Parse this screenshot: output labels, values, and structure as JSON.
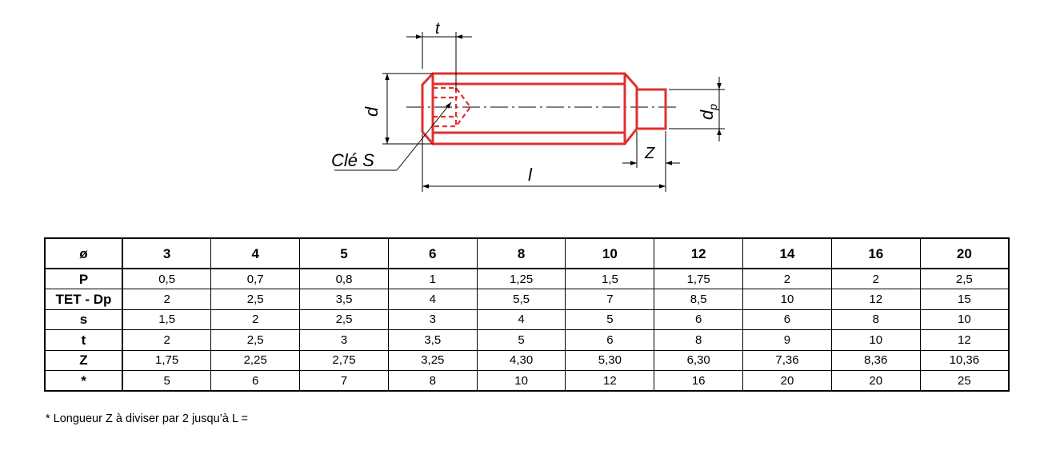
{
  "drawing": {
    "label_t": "t",
    "label_d": "d",
    "label_dp_main": "d",
    "label_dp_sub": "p",
    "label_z": "Z",
    "label_l": "l",
    "label_key": "Clé S",
    "part_color": "#e03030"
  },
  "table": {
    "header": [
      "ø",
      "3",
      "4",
      "5",
      "6",
      "8",
      "10",
      "12",
      "14",
      "16",
      "20"
    ],
    "rows": [
      [
        "P",
        "0,5",
        "0,7",
        "0,8",
        "1",
        "1,25",
        "1,5",
        "1,75",
        "2",
        "2",
        "2,5"
      ],
      [
        "TET - Dp",
        "2",
        "2,5",
        "3,5",
        "4",
        "5,5",
        "7",
        "8,5",
        "10",
        "12",
        "15"
      ],
      [
        "s",
        "1,5",
        "2",
        "2,5",
        "3",
        "4",
        "5",
        "6",
        "6",
        "8",
        "10"
      ],
      [
        "t",
        "2",
        "2,5",
        "3",
        "3,5",
        "5",
        "6",
        "8",
        "9",
        "10",
        "12"
      ],
      [
        "Z",
        "1,75",
        "2,25",
        "2,75",
        "3,25",
        "4,30",
        "5,30",
        "6,30",
        "7,36",
        "8,36",
        "10,36"
      ],
      [
        "*",
        "5",
        "6",
        "7",
        "8",
        "10",
        "12",
        "16",
        "20",
        "20",
        "25"
      ]
    ]
  },
  "footnote": "* Longueur Z à diviser par 2 jusqu’à L ="
}
